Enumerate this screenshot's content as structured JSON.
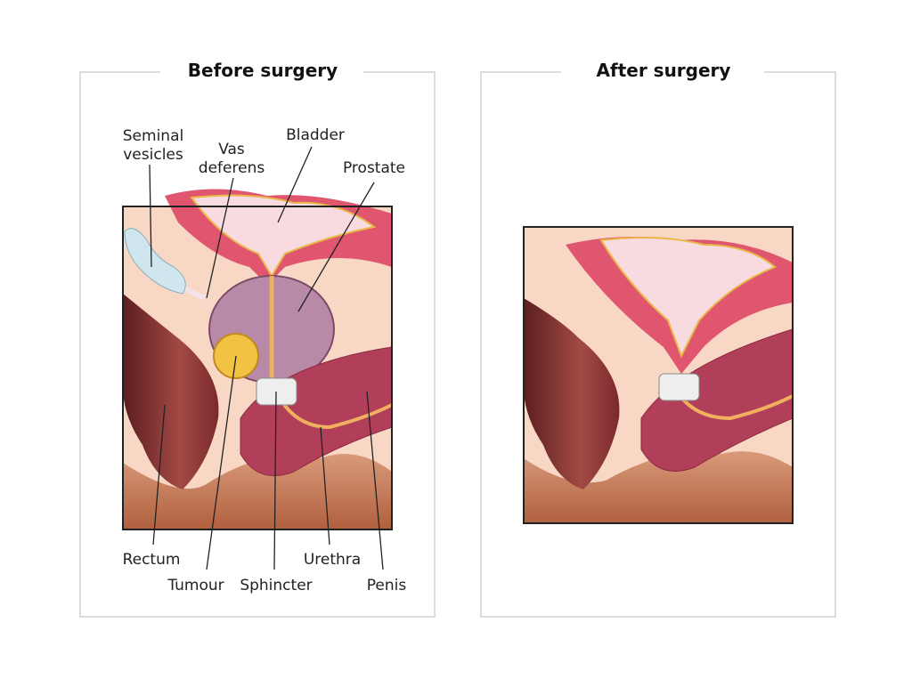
{
  "panels": {
    "before": {
      "title": "Before surgery",
      "labels": {
        "seminal_vesicles_1": "Seminal",
        "seminal_vesicles_2": "vesicles",
        "vas_deferens_1": "Vas",
        "vas_deferens_2": "deferens",
        "bladder": "Bladder",
        "prostate": "Prostate",
        "rectum": "Rectum",
        "tumour": "Tumour",
        "sphincter": "Sphincter",
        "urethra": "Urethra",
        "penis": "Penis"
      }
    },
    "after": {
      "title": "After surgery"
    }
  },
  "colors": {
    "tissue": "#f8d8c4",
    "bladder_wall": "#e0566e",
    "bladder_inner": "#f8dbe0",
    "rectum": "#8c3536",
    "penis": "#b23f5a",
    "prostate": "#b98aa7",
    "tumour": "#f2c242",
    "base": "#c07a58",
    "frame": "#d0d0d0"
  }
}
